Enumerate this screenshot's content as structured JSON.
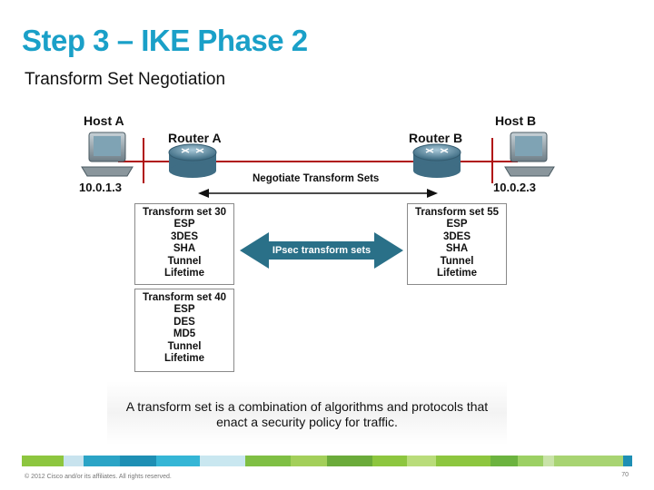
{
  "slide": {
    "title": "Step 3 – IKE Phase 2",
    "subtitle": "Transform Set Negotiation"
  },
  "diagram": {
    "host_a": {
      "label": "Host A",
      "ip": "10.0.1.3"
    },
    "router_a": {
      "label": "Router A"
    },
    "router_b": {
      "label": "Router B"
    },
    "host_b": {
      "label": "Host B",
      "ip": "10.0.2.3"
    },
    "negotiate_label": "Negotiate Transform Sets",
    "ipsec_label": "IPsec transform sets",
    "transform_sets_a": [
      {
        "name": "Transform set 30",
        "items": [
          "ESP",
          "3DES",
          "SHA",
          "Tunnel",
          "Lifetime"
        ]
      },
      {
        "name": "Transform set 40",
        "items": [
          "ESP",
          "DES",
          "MD5",
          "Tunnel",
          "Lifetime"
        ]
      }
    ],
    "transform_set_b": {
      "name": "Transform set 55",
      "items": [
        "ESP",
        "3DES",
        "SHA",
        "Tunnel",
        "Lifetime"
      ]
    },
    "caption_line1": "A transform set is a combination of algorithms and protocols that",
    "caption_line2": "enact a security policy for traffic."
  },
  "footer": {
    "copyright": "© 2012 Cisco and/or its affiliates. All rights reserved.",
    "page_number": "70"
  },
  "colors": {
    "title": "#1aa0c8",
    "router": "#5a8aa0",
    "arrow_link": "#b01010",
    "ipsec_arrow": "#2a7088"
  },
  "icons": [
    "computer-icon",
    "router-icon"
  ]
}
